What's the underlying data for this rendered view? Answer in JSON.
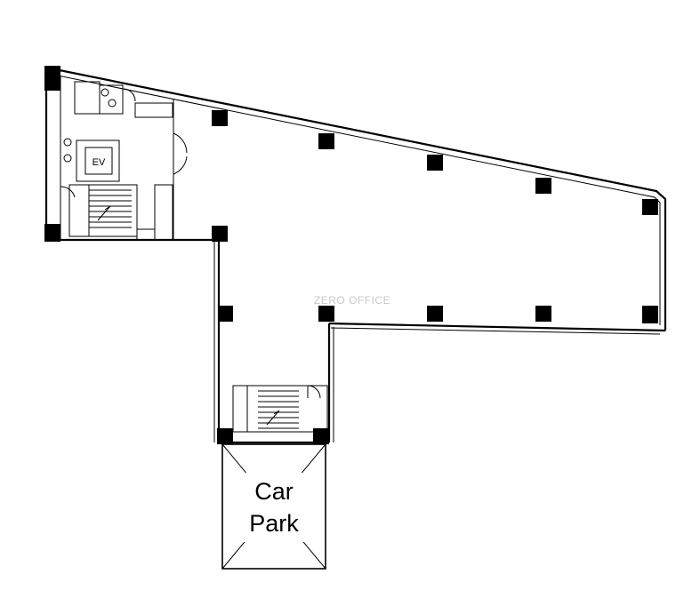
{
  "plan": {
    "elevator_label": "EV",
    "car_park": {
      "line1": "Car",
      "line2": "Park"
    },
    "watermark": "ZERO OFFICE"
  }
}
